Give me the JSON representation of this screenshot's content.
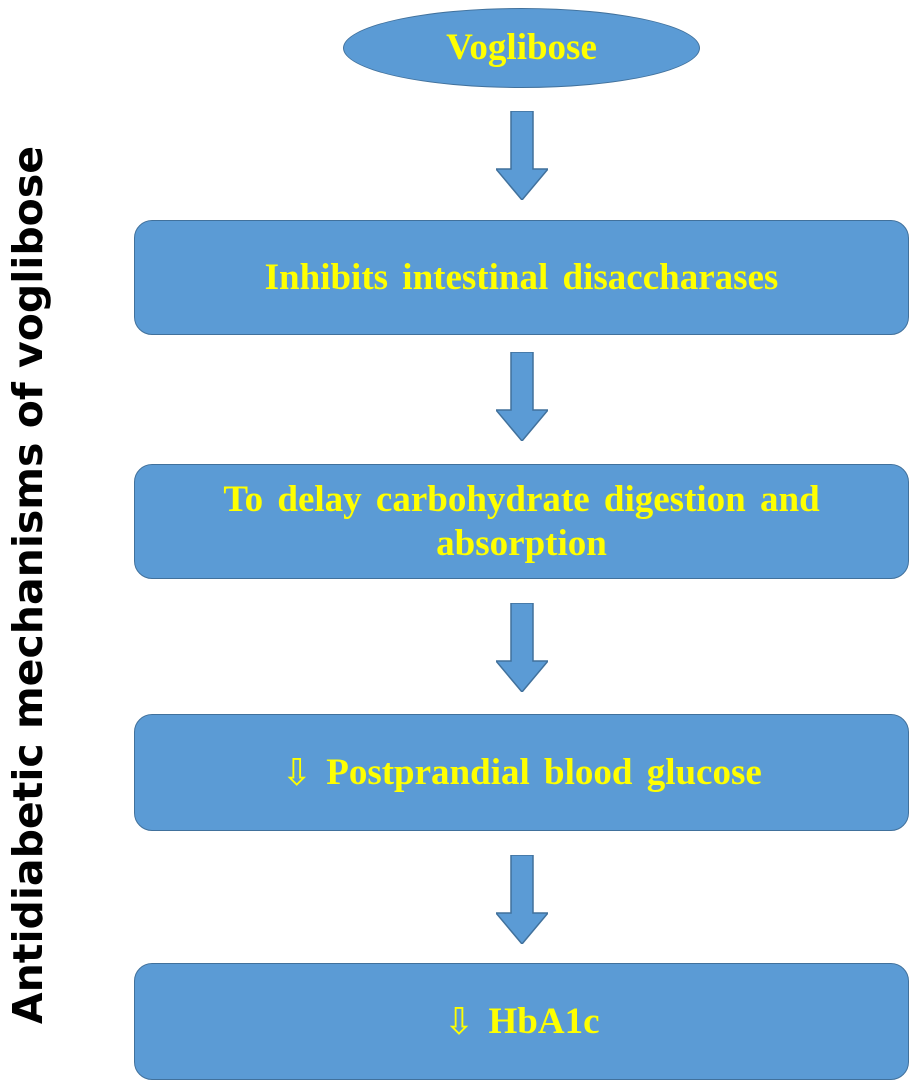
{
  "side_title": "Antidiabetic mechanisms of voglibose",
  "start_node": "Voglibose",
  "steps": [
    {
      "icon": "",
      "text": "Inhibits intestinal disaccharases"
    },
    {
      "icon": "",
      "text": "To delay carbohydrate digestion and absorption"
    },
    {
      "icon": "⇩",
      "text": "Postprandial blood glucose"
    },
    {
      "icon": "⇩",
      "text": "HbA1c"
    }
  ],
  "colors": {
    "node_fill": "#5b9bd5",
    "node_border": "#41719c",
    "node_text": "#ffff00",
    "arrow": "#5b9bd5",
    "side_title": "#000000"
  }
}
